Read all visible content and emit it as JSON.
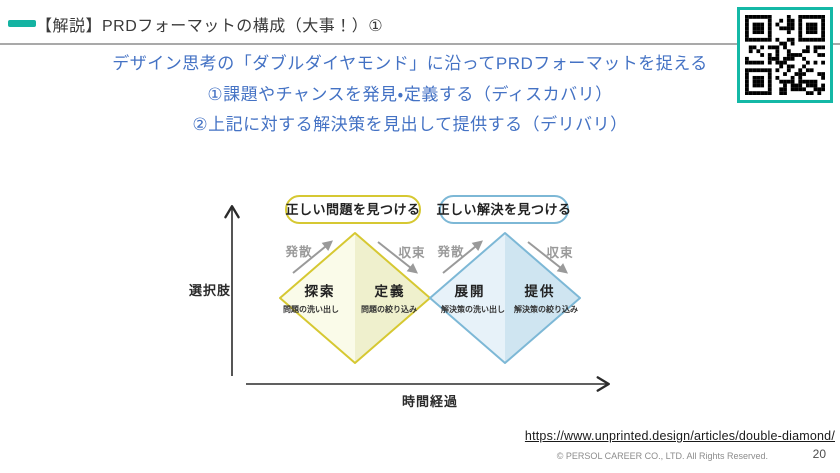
{
  "header": {
    "title": "【解説】PRDフォーマットの構成（大事！）①"
  },
  "intro": {
    "line1": "デザイン思考の「ダブルダイヤモンド」に沿ってPRDフォーマットを捉える",
    "line2": "①課題やチャンスを発見・定義する（ディスカバリ）",
    "line3": "②上記に対する解決策を見出して提供する（デリバリ）"
  },
  "diagram": {
    "y_axis_label": "選択肢",
    "x_axis_label": "時間経過",
    "left_pill": "正しい問題を見つける",
    "right_pill": "正しい解決を見つける",
    "flow": {
      "diverge_left": "発散",
      "converge_left": "収束",
      "diverge_right": "発散",
      "converge_right": "収束"
    },
    "left_diamond": {
      "phase1": "探索",
      "phase1_sub": "問題の洗い出し",
      "phase2": "定義",
      "phase2_sub": "問題の絞り込み"
    },
    "right_diamond": {
      "phase1": "展開",
      "phase1_sub": "解決策の洗い出し",
      "phase2": "提供",
      "phase2_sub": "解決策の絞り込み"
    }
  },
  "footer": {
    "source_url": "https://www.unprinted.design/articles/double-diamond/",
    "copyright": "© PERSOL CAREER CO., LTD. All Rights Reserved.",
    "page_number": "20"
  },
  "colors": {
    "accent_teal": "#14b8a6",
    "heading_blue": "#4472c4",
    "diamond_yellow_border": "#d6c832",
    "diamond_yellow_light": "#fafbe9",
    "diamond_yellow_dark": "#eff0cd",
    "diamond_blue_border": "#7db8d6",
    "diamond_blue_light": "#e7f2f9",
    "diamond_blue_dark": "#cfe5f1",
    "flow_gray": "#9a9a9a"
  }
}
